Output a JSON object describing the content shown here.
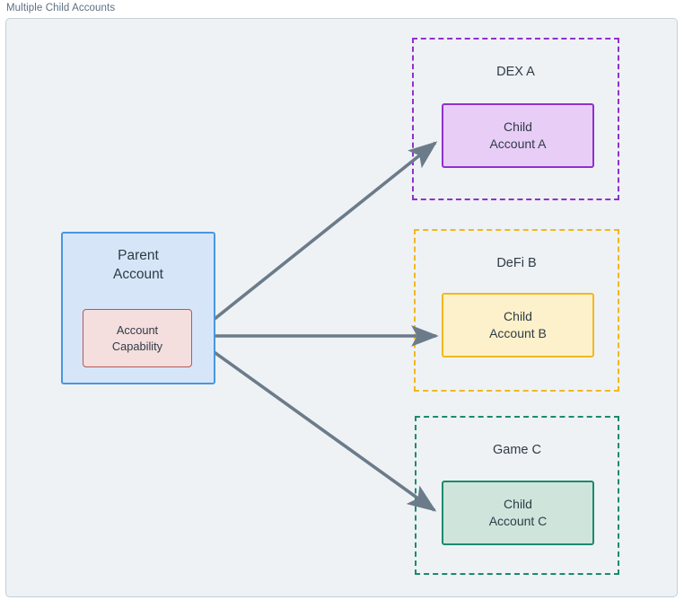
{
  "diagram": {
    "title": "Multiple Child Accounts",
    "frame": {
      "bg": "#eef2f5",
      "border": "#c3cfd9"
    },
    "nodes": {
      "parent": {
        "label_line1": "Parent",
        "label_line2": "Account",
        "fill": "#d6e6f8",
        "stroke": "#4a96e0"
      },
      "capability": {
        "label_line1": "Account",
        "label_line2": "Capability",
        "fill": "#f4dede",
        "stroke": "#b25a58"
      },
      "child_a": {
        "label_line1": "Child",
        "label_line2": "Account A",
        "fill": "#e8cdf6",
        "stroke": "#9130cd"
      },
      "child_b": {
        "label_line1": "Child",
        "label_line2": "Account B",
        "fill": "#fcf1ca",
        "stroke": "#f2b81f"
      },
      "child_c": {
        "label_line1": "Child",
        "label_line2": "Account C",
        "fill": "#cfe5dc",
        "stroke": "#1b8a6f"
      }
    },
    "groups": [
      {
        "id": "dex",
        "title": "DEX A",
        "stroke": "#9130cd",
        "style": "dashed"
      },
      {
        "id": "defi",
        "title": "DeFi B",
        "stroke": "#f2b81f",
        "style": "dashed"
      },
      {
        "id": "game",
        "title": "Game C",
        "stroke": "#1b8a6f",
        "style": "dashed"
      }
    ],
    "edges": [
      {
        "id": "edge-capability-to-child-a",
        "from": "capability",
        "to": "child_a",
        "color": "#6b7b8a"
      },
      {
        "id": "edge-capability-to-child-b",
        "from": "capability",
        "to": "child_b",
        "color": "#6b7b8a"
      },
      {
        "id": "edge-capability-to-child-c",
        "from": "capability",
        "to": "child_c",
        "color": "#6b7b8a"
      }
    ]
  }
}
